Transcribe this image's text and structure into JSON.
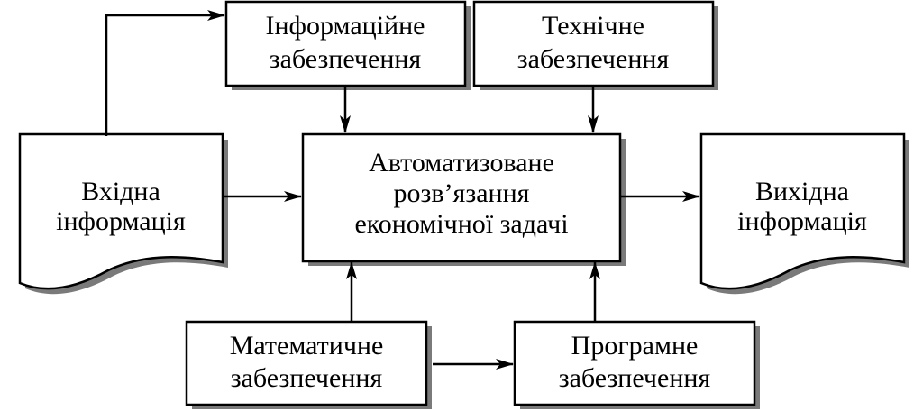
{
  "blocks": {
    "info_support": {
      "line1": "Інформаційне",
      "line2": "забезпечення"
    },
    "tech_support": {
      "line1": "Технічне",
      "line2": "забезпечення"
    },
    "input_info": {
      "line1": "Вхідна",
      "line2": "інформація"
    },
    "automated_solution": {
      "line1": "Автоматизоване",
      "line2": "розв’язання",
      "line3": "економічної задачі"
    },
    "output_info": {
      "line1": "Вихідна",
      "line2": "інформація"
    },
    "math_support": {
      "line1": "Математичне",
      "line2": "забезпечення"
    },
    "program_support": {
      "line1": "Програмне",
      "line2": "забезпечення"
    }
  }
}
